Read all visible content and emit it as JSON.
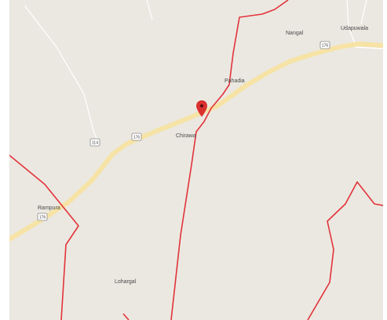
{
  "map": {
    "colors": {
      "land": "#ebe8e1",
      "highway": "#f6e3a5",
      "boundary": "#e2333a",
      "minor_road": "#ffffff",
      "marker": "#d9302f"
    },
    "places": [
      {
        "name": "Nangal"
      },
      {
        "name": "Udapuwala"
      },
      {
        "name": "Pahadia"
      },
      {
        "name": "Chirawa"
      },
      {
        "name": "Rampura"
      },
      {
        "name": "Lohargal"
      }
    ],
    "route_shields": [
      {
        "label": "176"
      },
      {
        "label": "176"
      },
      {
        "label": "114"
      },
      {
        "label": "176"
      }
    ],
    "marker": {
      "icon": "map-pin-icon"
    }
  }
}
